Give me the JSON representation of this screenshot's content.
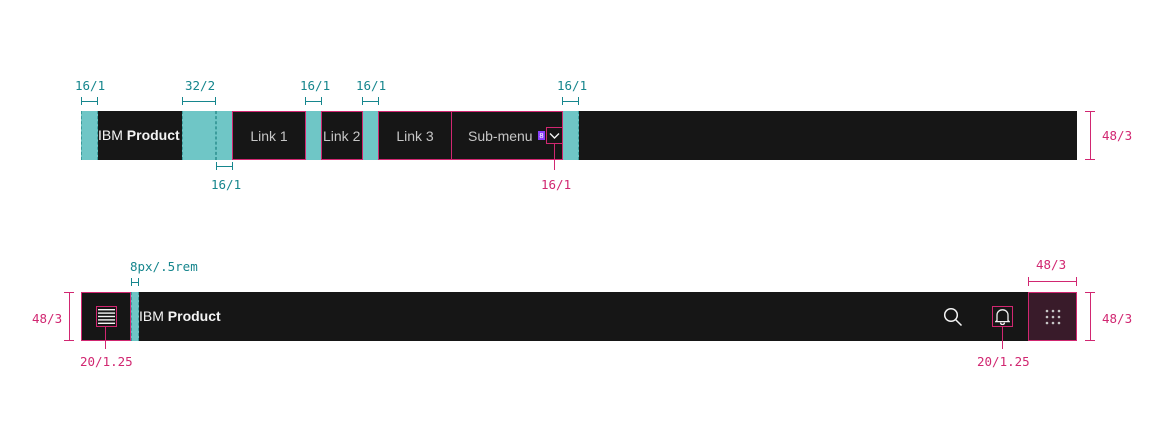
{
  "header_desktop": {
    "brand_prefix": "IBM",
    "brand_name": "Product",
    "links": [
      "Link 1",
      "Link 2",
      "Link 3"
    ],
    "submenu_label": "Sub-menu",
    "submenu_badge": "8"
  },
  "header_mobile": {
    "brand_prefix": "IBM",
    "brand_name": "Product"
  },
  "annotations": {
    "pad_16": "16/1",
    "pad_32": "32/2",
    "height_48": "48/3",
    "width_48": "48/3",
    "gap_8": "8px/.5rem",
    "icon_20": "20/1.25",
    "chevron_16": "16/1"
  },
  "colors": {
    "header_bg": "#161616",
    "spacing_fill": "#6fc6c6",
    "teal_annotation": "#16868d",
    "pink_annotation": "#d12771",
    "submenu_badge": "#8a3ffc"
  }
}
